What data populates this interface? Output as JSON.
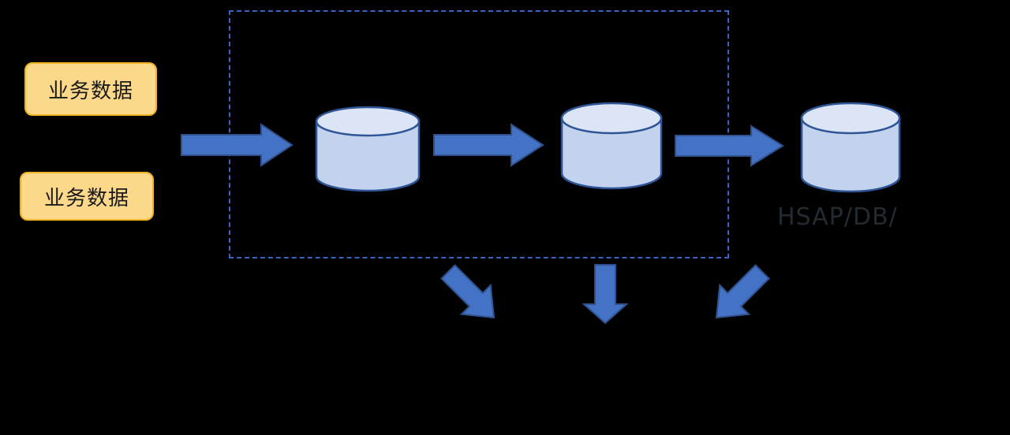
{
  "diagram": {
    "title": "data-pipeline-architecture",
    "background_color": "#000000",
    "sources": [
      {
        "label": "业务数据",
        "name": "business-data-source-1"
      },
      {
        "label": "业务数据",
        "name": "business-data-source-2"
      }
    ],
    "boundary": {
      "name": "pipeline-boundary",
      "style": "dashed",
      "color": "#3b63c4"
    },
    "stages": [
      {
        "name": "stage-cylinder-1",
        "label": ""
      },
      {
        "name": "stage-cylinder-2",
        "label": ""
      },
      {
        "name": "stage-cylinder-3",
        "label": "HSAP/DB/"
      }
    ],
    "flow_arrows": [
      {
        "name": "arrow-ingest",
        "direction": "right"
      },
      {
        "name": "arrow-stage1-to-stage2",
        "direction": "right"
      },
      {
        "name": "arrow-stage2-to-stage3",
        "direction": "right"
      }
    ],
    "output_arrows": [
      {
        "name": "arrow-output-down-right",
        "direction": "down-right"
      },
      {
        "name": "arrow-output-down",
        "direction": "down"
      },
      {
        "name": "arrow-output-down-left",
        "direction": "down-left"
      }
    ],
    "colors": {
      "arrow_fill": "#4472c4",
      "arrow_stroke": "#2f528f",
      "cylinder_fill": "#c3d3ee",
      "cylinder_top_fill": "#dbe5f5",
      "cylinder_stroke": "#2f5597",
      "source_fill": "#fcd98a",
      "source_stroke": "#f0b323",
      "boundary_stroke": "#3b63c4",
      "label_text": "#262f35"
    }
  }
}
